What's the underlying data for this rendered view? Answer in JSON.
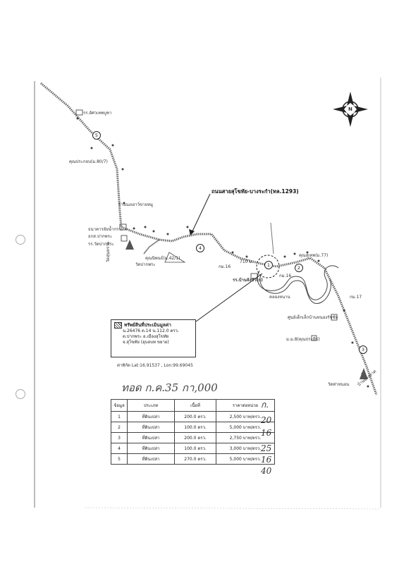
{
  "map": {
    "road_label": "ถนนสายสุโขทัย-บางระกำ(ทล.1293)",
    "markers": [
      "1",
      "2",
      "3",
      "4",
      "5"
    ],
    "places": {
      "school_nw": "รร.อัศวเทพบูชา",
      "kunprasan": "คุณประกอบ(ม.80/7)",
      "shop_moo": "ร้านนงเยาว์ขายหมู",
      "bank": "ธนาคารอัยน้ำกราะ",
      "cooperative": "ธกส.ปากพระ",
      "school_pakphra": "รร.วัดปากพระ",
      "temple_pakphra": "วัดปากพระ",
      "wat_sundaram": "วัดสุนทราม",
      "kunnipon": "คุณนิพนธ์(ม.42/1)",
      "km16": "กม.16",
      "m710": "710 ม.",
      "school_bankanna": "รร.บ้านจังหัว(ก)",
      "km16b": "กม.16",
      "klong": "คลองหนาน",
      "kunsuthep": "คุณสุเทพ(ม.77)",
      "km17": "กม.17",
      "nursery": "ศูนย์เด็กเล็กบ้านหนองรัชชัย",
      "moo8": "ม.ม.8(คุณประทีป)",
      "wat_nong": "วัดท่าหนอน",
      "bang_phan": "บ้านยางตาด"
    },
    "north_letter": "N"
  },
  "legend": {
    "title": "ทรัพย์สินที่ประเมินมูลค่า",
    "line1": "น.26476 ต.14 น.112.0 ตรว.",
    "line2": "ต.ปากพระ อ.เมืองสุโขทัย",
    "line3": "จ.สุโขทัย (อุบลบท ขยาย)",
    "coords": "ค่าพิกัด  Lat:16.91537 , Lon:99.69045"
  },
  "handwritten": {
    "header": "ทอด ก.ค.35 กา,000",
    "side_top": "ก.",
    "side_values": [
      "20",
      "16",
      "25",
      "16",
      "40"
    ]
  },
  "price_table": {
    "headers": [
      "ข้อมูล",
      "ประเภท",
      "เนื้อที่",
      "ราคาต่อหน่วย"
    ],
    "rows": [
      [
        "1",
        "ที่ดินเปล่า",
        "200.0 ตรว.",
        "2,500 บาท/ตรว."
      ],
      [
        "2",
        "ที่ดินเปล่า",
        "100.0 ตรว.",
        "5,000 บาท/ตรว."
      ],
      [
        "3",
        "ที่ดินเปล่า",
        "200.0 ตรว.",
        "2,750 บาท/ตรว."
      ],
      [
        "4",
        "ที่ดินเปล่า",
        "100.0 ตรว.",
        "3,000 บาท/ตรว."
      ],
      [
        "5",
        "ที่ดินเปล่า",
        "270.0 ตรว.",
        "5,000 บาท/ตรว."
      ]
    ]
  }
}
